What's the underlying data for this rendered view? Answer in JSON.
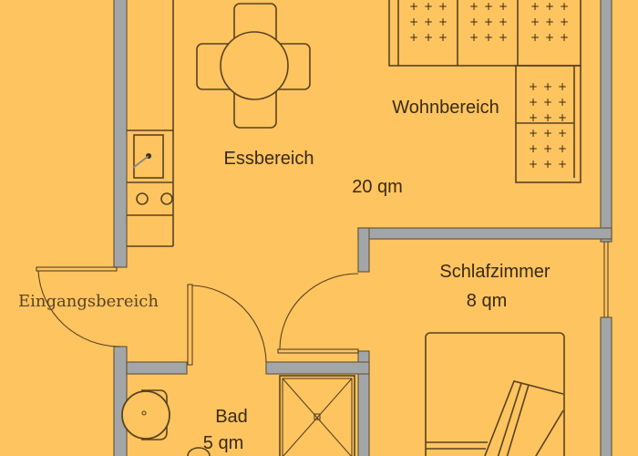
{
  "colors": {
    "background": "#fdc460",
    "wall": "#a3a6a8",
    "outline": "#5a4220"
  },
  "rooms": {
    "essbereich": {
      "label": "Essbereich"
    },
    "wohnbereich": {
      "label": "Wohnbereich"
    },
    "main_area": {
      "area": "20 qm"
    },
    "schlafzimmer": {
      "label": "Schlafzimmer",
      "area": "8 qm"
    },
    "eingangsbereich": {
      "label": "Eingangsbereich"
    },
    "bad": {
      "label": "Bad",
      "area": "5 qm"
    }
  }
}
